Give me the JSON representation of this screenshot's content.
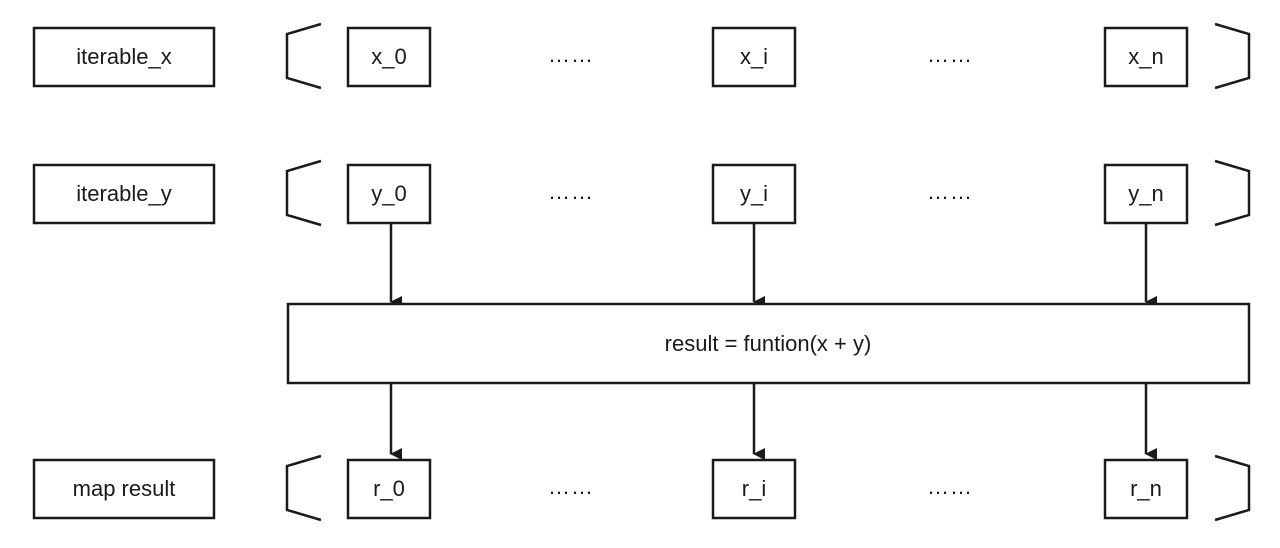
{
  "rows": [
    {
      "label": "iterable_x",
      "items": [
        "x_0",
        "x_i",
        "x_n"
      ]
    },
    {
      "label": "iterable_y",
      "items": [
        "y_0",
        "y_i",
        "y_n"
      ]
    },
    {
      "label": "map result",
      "items": [
        "r_0",
        "r_i",
        "r_n"
      ]
    }
  ],
  "ellipsis": "……",
  "function_box": {
    "label": "result = funtion(x + y)"
  },
  "colors": {
    "stroke": "#1a1a1a",
    "fill": "#ffffff",
    "text": "#1a1a1a"
  }
}
